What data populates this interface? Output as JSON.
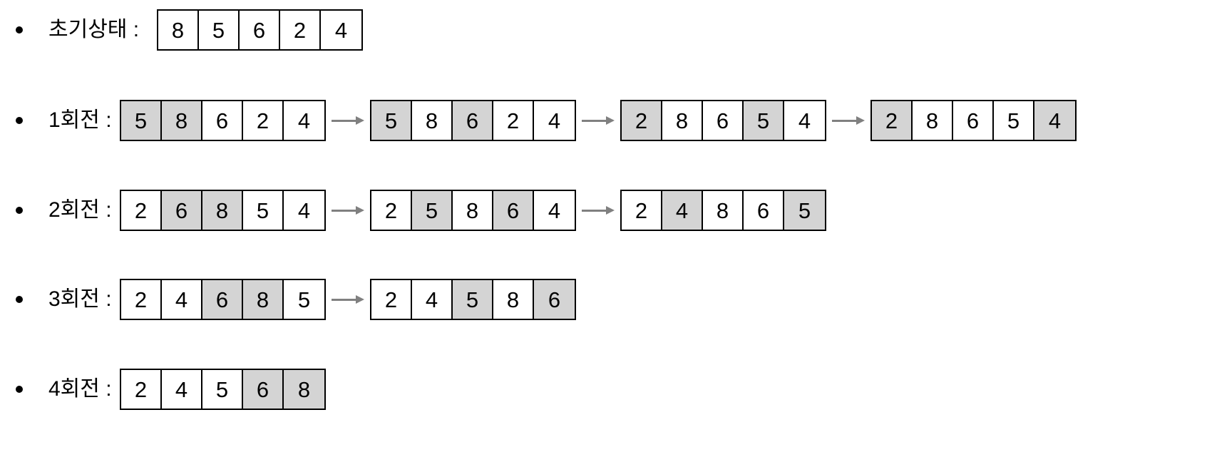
{
  "slide": {
    "topic": "bubble-sort-trace",
    "colors": {
      "highlight": "#d4d4d4",
      "border": "#000000",
      "arrow": "#808080",
      "background": "#ffffff"
    }
  },
  "rows": [
    {
      "label": "초기상태 :",
      "arrays": [
        {
          "values": [
            "8",
            "5",
            "6",
            "2",
            "4"
          ],
          "highlight": []
        }
      ]
    },
    {
      "label": "1회전 :",
      "arrays": [
        {
          "values": [
            "5",
            "8",
            "6",
            "2",
            "4"
          ],
          "highlight": [
            0,
            1
          ]
        },
        {
          "values": [
            "5",
            "8",
            "6",
            "2",
            "4"
          ],
          "highlight": [
            0,
            2
          ]
        },
        {
          "values": [
            "2",
            "8",
            "6",
            "5",
            "4"
          ],
          "highlight": [
            0,
            3
          ]
        },
        {
          "values": [
            "2",
            "8",
            "6",
            "5",
            "4"
          ],
          "highlight": [
            0,
            4
          ]
        }
      ]
    },
    {
      "label": "2회전 :",
      "arrays": [
        {
          "values": [
            "2",
            "6",
            "8",
            "5",
            "4"
          ],
          "highlight": [
            1,
            2
          ]
        },
        {
          "values": [
            "2",
            "5",
            "8",
            "6",
            "4"
          ],
          "highlight": [
            1,
            3
          ]
        },
        {
          "values": [
            "2",
            "4",
            "8",
            "6",
            "5"
          ],
          "highlight": [
            1,
            4
          ]
        }
      ]
    },
    {
      "label": "3회전 :",
      "arrays": [
        {
          "values": [
            "2",
            "4",
            "6",
            "8",
            "5"
          ],
          "highlight": [
            2,
            3
          ]
        },
        {
          "values": [
            "2",
            "4",
            "5",
            "8",
            "6"
          ],
          "highlight": [
            2,
            4
          ]
        }
      ]
    },
    {
      "label": "4회전 :",
      "arrays": [
        {
          "values": [
            "2",
            "4",
            "5",
            "6",
            "8"
          ],
          "highlight": [
            3,
            4
          ]
        }
      ]
    }
  ]
}
